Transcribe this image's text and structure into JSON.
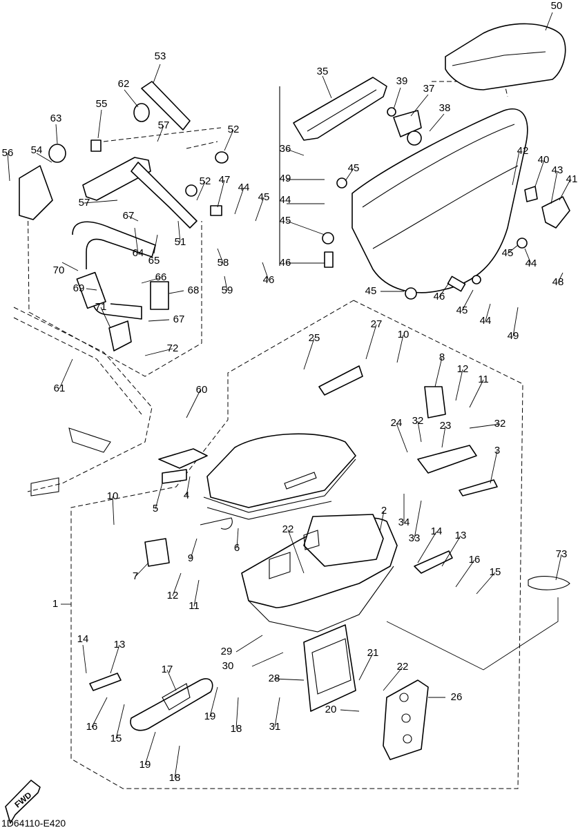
{
  "diagram": {
    "drawing_code": "1D64110-E420",
    "direction_label": "FWD",
    "callouts": [
      {
        "id": "c50",
        "text": "50"
      },
      {
        "id": "c53",
        "text": "53"
      },
      {
        "id": "c35",
        "text": "35"
      },
      {
        "id": "c39",
        "text": "39"
      },
      {
        "id": "c37",
        "text": "37"
      },
      {
        "id": "c38",
        "text": "38"
      },
      {
        "id": "c62",
        "text": "62"
      },
      {
        "id": "c55",
        "text": "55"
      },
      {
        "id": "c57a",
        "text": "57"
      },
      {
        "id": "c63",
        "text": "63"
      },
      {
        "id": "c52a",
        "text": "52"
      },
      {
        "id": "c36",
        "text": "36"
      },
      {
        "id": "c56",
        "text": "56"
      },
      {
        "id": "c54",
        "text": "54"
      },
      {
        "id": "c49a",
        "text": "49"
      },
      {
        "id": "c45a",
        "text": "45"
      },
      {
        "id": "c42",
        "text": "42"
      },
      {
        "id": "c40",
        "text": "40"
      },
      {
        "id": "c43",
        "text": "43"
      },
      {
        "id": "c41",
        "text": "41"
      },
      {
        "id": "c52b",
        "text": "52"
      },
      {
        "id": "c47",
        "text": "47"
      },
      {
        "id": "c44a",
        "text": "44"
      },
      {
        "id": "c45b",
        "text": "45"
      },
      {
        "id": "c44b",
        "text": "44"
      },
      {
        "id": "c57b",
        "text": "57"
      },
      {
        "id": "c67a",
        "text": "67"
      },
      {
        "id": "c45c",
        "text": "45"
      },
      {
        "id": "c64",
        "text": "64"
      },
      {
        "id": "c65",
        "text": "65"
      },
      {
        "id": "c51",
        "text": "51"
      },
      {
        "id": "c58",
        "text": "58"
      },
      {
        "id": "c46a",
        "text": "46"
      },
      {
        "id": "c45d",
        "text": "45"
      },
      {
        "id": "c44c",
        "text": "44"
      },
      {
        "id": "c48",
        "text": "48"
      },
      {
        "id": "c70",
        "text": "70"
      },
      {
        "id": "c66",
        "text": "66"
      },
      {
        "id": "c69",
        "text": "69"
      },
      {
        "id": "c68",
        "text": "68"
      },
      {
        "id": "c59",
        "text": "59"
      },
      {
        "id": "c46b",
        "text": "46"
      },
      {
        "id": "c45e",
        "text": "45"
      },
      {
        "id": "c46c",
        "text": "46"
      },
      {
        "id": "c45f",
        "text": "45"
      },
      {
        "id": "c44d",
        "text": "44"
      },
      {
        "id": "c71",
        "text": "71"
      },
      {
        "id": "c67b",
        "text": "67"
      },
      {
        "id": "c49b",
        "text": "49"
      },
      {
        "id": "c27",
        "text": "27"
      },
      {
        "id": "c25",
        "text": "25"
      },
      {
        "id": "c10a",
        "text": "10"
      },
      {
        "id": "c72",
        "text": "72"
      },
      {
        "id": "c8",
        "text": "8"
      },
      {
        "id": "c12a",
        "text": "12"
      },
      {
        "id": "c11a",
        "text": "11"
      },
      {
        "id": "c61",
        "text": "61"
      },
      {
        "id": "c60",
        "text": "60"
      },
      {
        "id": "c24",
        "text": "24"
      },
      {
        "id": "c32a",
        "text": "32"
      },
      {
        "id": "c23",
        "text": "23"
      },
      {
        "id": "c32b",
        "text": "32"
      },
      {
        "id": "c3",
        "text": "3"
      },
      {
        "id": "c4",
        "text": "4"
      },
      {
        "id": "c5",
        "text": "5"
      },
      {
        "id": "c10b",
        "text": "10"
      },
      {
        "id": "c2",
        "text": "2"
      },
      {
        "id": "c34",
        "text": "34"
      },
      {
        "id": "c33",
        "text": "33"
      },
      {
        "id": "c22a",
        "text": "22"
      },
      {
        "id": "c14a",
        "text": "14"
      },
      {
        "id": "c13a",
        "text": "13"
      },
      {
        "id": "c73",
        "text": "73"
      },
      {
        "id": "c6",
        "text": "6"
      },
      {
        "id": "c9",
        "text": "9"
      },
      {
        "id": "c7",
        "text": "7"
      },
      {
        "id": "c16a",
        "text": "16"
      },
      {
        "id": "c15a",
        "text": "15"
      },
      {
        "id": "c12b",
        "text": "12"
      },
      {
        "id": "c11b",
        "text": "11"
      },
      {
        "id": "c1",
        "text": "1"
      },
      {
        "id": "c14b",
        "text": "14"
      },
      {
        "id": "c13b",
        "text": "13"
      },
      {
        "id": "c29",
        "text": "29"
      },
      {
        "id": "c30",
        "text": "30"
      },
      {
        "id": "c21",
        "text": "21"
      },
      {
        "id": "c22b",
        "text": "22"
      },
      {
        "id": "c17",
        "text": "17"
      },
      {
        "id": "c28",
        "text": "28"
      },
      {
        "id": "c26",
        "text": "26"
      },
      {
        "id": "c19a",
        "text": "19"
      },
      {
        "id": "c18a",
        "text": "18"
      },
      {
        "id": "c20",
        "text": "20"
      },
      {
        "id": "c31",
        "text": "31"
      },
      {
        "id": "c16b",
        "text": "16"
      },
      {
        "id": "c15b",
        "text": "15"
      },
      {
        "id": "c19b",
        "text": "19"
      },
      {
        "id": "c18b",
        "text": "18"
      }
    ]
  }
}
